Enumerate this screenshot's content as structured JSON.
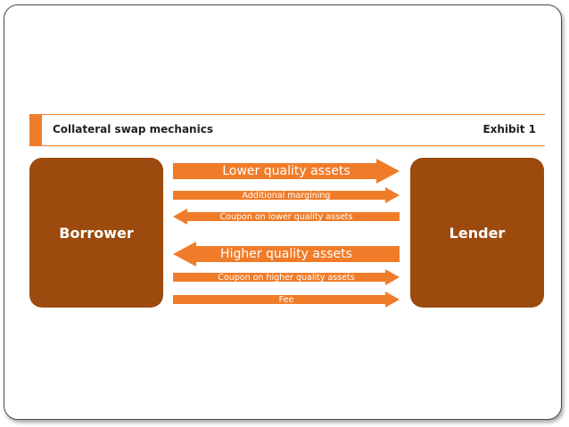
{
  "header": {
    "title": "Collateral swap mechanics",
    "exhibit": "Exhibit 1"
  },
  "parties": {
    "borrower": "Borrower",
    "lender": "Lender"
  },
  "flows": [
    {
      "label": "Lower quality assets",
      "direction": "right",
      "size": "big"
    },
    {
      "label": "Additional margining",
      "direction": "right",
      "size": "small"
    },
    {
      "label": "Coupon on lower quality assets",
      "direction": "left",
      "size": "small"
    },
    {
      "label": "Higher quality assets",
      "direction": "left",
      "size": "big"
    },
    {
      "label": "Coupon on higher quality assets",
      "direction": "right",
      "size": "small"
    },
    {
      "label": "Fee",
      "direction": "right",
      "size": "small"
    }
  ],
  "colors": {
    "accent": "#f07c2a",
    "party_box": "#9c4a0d"
  }
}
